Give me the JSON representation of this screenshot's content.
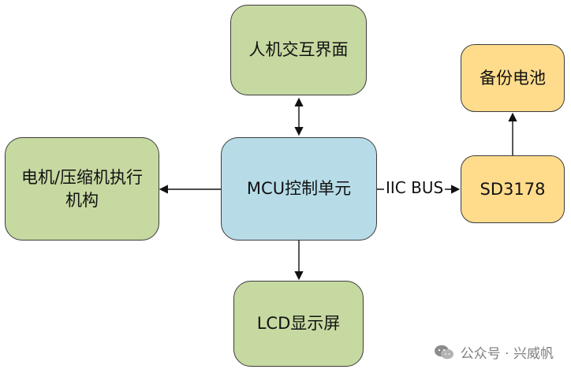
{
  "nodes": {
    "hmi": {
      "label": "人机交互界面"
    },
    "mcu": {
      "label": "MCU控制单元"
    },
    "motor": {
      "line1": "电机/压缩机执行",
      "line2": "机构"
    },
    "lcd": {
      "label": "LCD显示屏"
    },
    "battery": {
      "label": "备份电池"
    },
    "sd3178": {
      "label": "SD3178"
    }
  },
  "edges": {
    "bus_label": "IIC BUS"
  },
  "watermark": {
    "text": "公众号 · 兴威帆",
    "icon": "wechat-icon"
  },
  "colors": {
    "green_box": "#c6d9a1",
    "blue_box": "#b7dce8",
    "yellow_box": "#ffdc8c",
    "line": "#111111",
    "border": "#3c3c3c"
  }
}
